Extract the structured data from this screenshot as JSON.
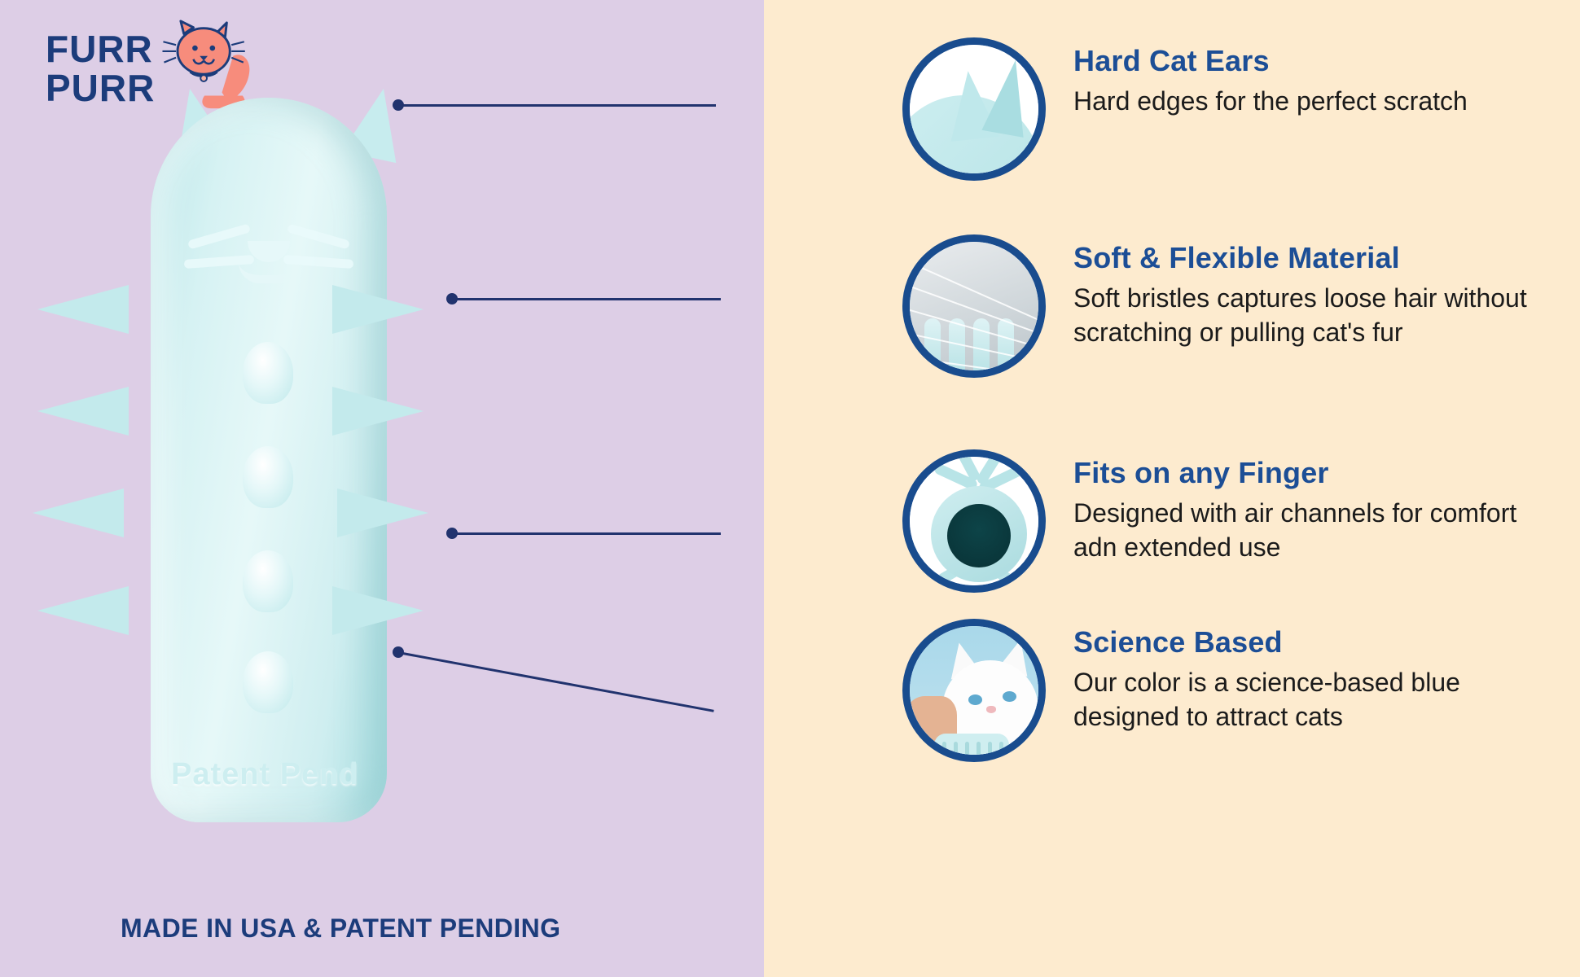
{
  "brand": {
    "logo_line1": "FURR",
    "logo_line2": "PURR",
    "logo_icon": "cat-mascot-icon"
  },
  "colors": {
    "panel_left": "#DDCEE6",
    "panel_right": "#FDEBCF",
    "navy": "#1C3C7B",
    "heading_blue": "#1C4E96",
    "circle_border": "#194C8E",
    "product_mint": "#C7ECEE",
    "logo_cat_coral": "#F78C7C"
  },
  "product": {
    "emboss_text": "Patent Pend",
    "caption": "MADE IN USA & PATENT PENDING"
  },
  "features": [
    {
      "id": "hard-cat-ears",
      "heading": "Hard Cat Ears",
      "body": "Hard edges for the perfect scratch",
      "image_alt": "cat-ears-closeup-photo"
    },
    {
      "id": "soft-flexible-material",
      "heading": "Soft & Flexible Material",
      "body": "Soft bristles captures loose hair without scratching or pulling cat's fur",
      "image_alt": "bristles-in-fur-photo"
    },
    {
      "id": "fits-on-any-finger",
      "heading": "Fits on any Finger",
      "body": "Designed with air channels for comfort adn extended use",
      "image_alt": "finger-opening-top-view-photo"
    },
    {
      "id": "science-based",
      "heading": "Science Based",
      "body": "Our color is a science-based blue designed to attract cats",
      "image_alt": "white-cat-being-groomed-photo"
    }
  ]
}
